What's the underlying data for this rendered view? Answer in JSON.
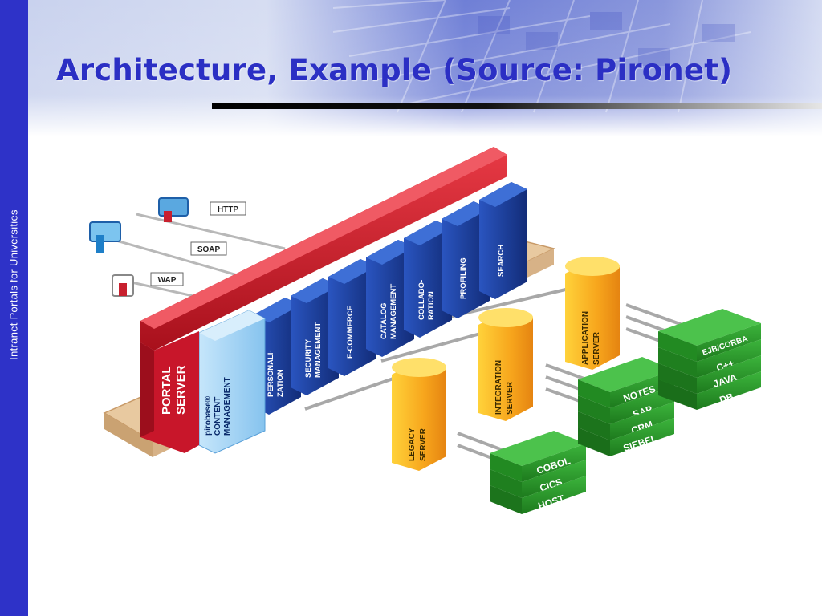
{
  "slide": {
    "title": "Architecture, Example (Source: Pironet)",
    "sidebar_text": "Intranet  Portals for Universities"
  },
  "colors": {
    "sidebar": "#2e32c8",
    "title": "#2b2fc4",
    "portal_red": "#d01a2a",
    "module_blue": "#1a3f9c",
    "content_light_blue": "#a9d6f5",
    "server_orange": "#f5a21a",
    "backend_green": "#2e9a2e",
    "base_tan": "#e8c9a0"
  },
  "protocols": [
    "HTTP",
    "SOAP",
    "WAP"
  ],
  "portal_server": {
    "line1": "PORTAL",
    "line2": "SERVER"
  },
  "content_management": {
    "brand": "pirobase®",
    "line1": "CONTENT",
    "line2": "MANAGEMENT"
  },
  "modules": [
    {
      "line1": "PERSONALI-",
      "line2": "ZATION"
    },
    {
      "line1": "SECURITY",
      "line2": "MANAGEMENT"
    },
    {
      "line1": "E-COMMERCE",
      "line2": ""
    },
    {
      "line1": "CATALOG",
      "line2": "MANAGEMENT"
    },
    {
      "line1": "COLLABO-",
      "line2": "RATION"
    },
    {
      "line1": "PROFILING",
      "line2": ""
    },
    {
      "line1": "SEARCH",
      "line2": ""
    }
  ],
  "servers": [
    {
      "line1": "LEGACY",
      "line2": "SERVER"
    },
    {
      "line1": "INTEGRATION",
      "line2": "SERVER"
    },
    {
      "line1": "APPLICATION",
      "line2": "SERVER"
    }
  ],
  "backends": {
    "legacy": [
      "COBOL",
      "CICS",
      "HOST"
    ],
    "integration": [
      "NOTES",
      "SAP",
      "CRM",
      "SIEBEL"
    ],
    "application": [
      "EJB/CORBA",
      "C++",
      "JAVA",
      "DB"
    ]
  }
}
